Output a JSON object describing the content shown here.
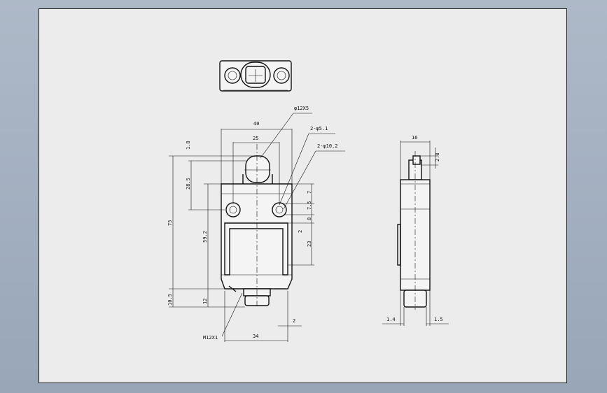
{
  "drawing": {
    "dimensions": {
      "roller_callout": "φ12X5",
      "hole_callout_small": "2-φ5.1",
      "hole_callout_large": "2-φ10.2",
      "overall_width": "40",
      "hole_spacing": "25",
      "roller_offset": "1.8",
      "roller_height": "28.5",
      "total_height": "75",
      "body_height": "59.2",
      "bottom_offset": "10.5",
      "thread_length": "12",
      "top_to_hole": "7",
      "hole_pitch": "7.5",
      "hole_to_slot": "8",
      "slot_depth": "2",
      "slot_height": "23",
      "right_offset": "2",
      "base_width": "34",
      "thread_spec": "M12X1",
      "side_width": "16",
      "side_roller": "2.8",
      "side_left_offset": "1.4",
      "side_right_offset": "1.5"
    }
  }
}
